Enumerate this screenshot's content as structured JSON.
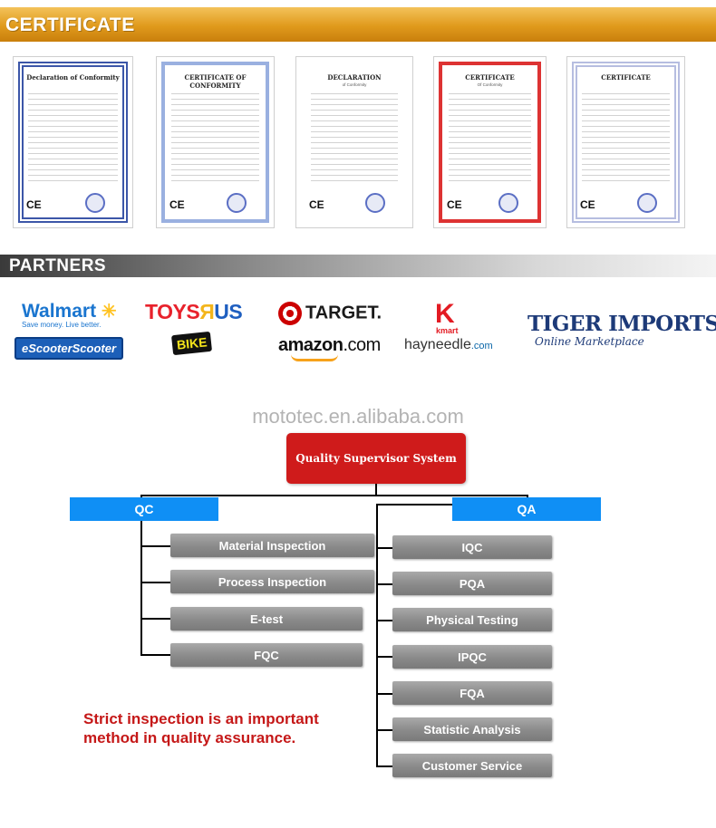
{
  "sections": {
    "certificate_title": "CERTIFICATE",
    "partners_title": "PARTNERS"
  },
  "certificates": [
    {
      "title": "Declaration of Conformity",
      "mark": "CE"
    },
    {
      "title": "CERTIFICATE OF CONFORMITY",
      "mark": "CE"
    },
    {
      "title": "DECLARATION",
      "subtitle": "of Conformity",
      "mark": "CE"
    },
    {
      "title": "CERTIFICATE",
      "subtitle": "Of Conformity",
      "mark": "CE"
    },
    {
      "title": "CERTIFICATE",
      "mark": "CE"
    }
  ],
  "partners": {
    "walmart": "Walmart",
    "walmart_spark": "✳",
    "walmart_tagline": "Save money. Live better.",
    "escooter": "eScooterScooter",
    "toys_a": "TOYS",
    "toys_b": "Я",
    "toys_c": "US",
    "bike": "BIKE",
    "target": "TARGET.",
    "amazon": "amazon",
    "amazon_dotcom": ".com",
    "kmart_k": "K",
    "kmart_word": "kmart",
    "hayneedle": "hayneedle",
    "hayneedle_dotcom": ".com",
    "tiger": "TIGER IMPORTS",
    "tiger_sub": "Online Marketplace"
  },
  "quality": {
    "site_url": "mototec.en.alibaba.com",
    "root": "Quality Supervisor System",
    "qc": {
      "label": "QC",
      "items": [
        "Material Inspection",
        "Process Inspection",
        "E-test",
        "FQC"
      ]
    },
    "qa": {
      "label": "QA",
      "items": [
        "IQC",
        "PQA",
        "Physical Testing",
        "IPQC",
        "FQA",
        "Statistic Analysis",
        "Customer Service"
      ]
    },
    "note_line1": "Strict inspection is an important",
    "note_line2": "method in quality assurance."
  },
  "colors": {
    "certificate_banner": "#e09a1c",
    "root_box": "#cf1b1b",
    "branch_header": "#0f8ff5",
    "item_gray": "#8a8a8a",
    "note_text": "#c51818"
  }
}
